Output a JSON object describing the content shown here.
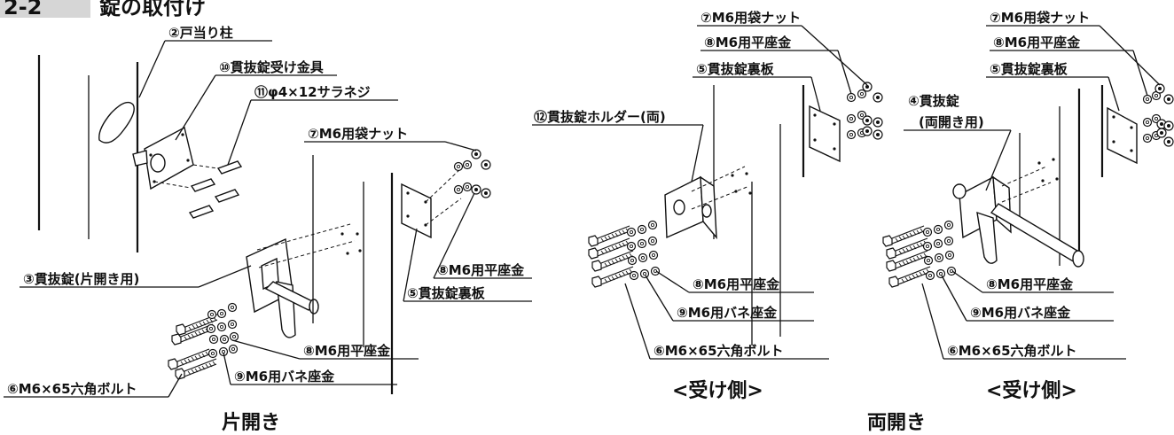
{
  "header": {
    "number": "2-2",
    "title": "錠の取付け"
  },
  "left": {
    "caption": "片開き",
    "labels": {
      "door_stop_post": "②戸当り柱",
      "receiver": "⑩貫抜錠受け金具",
      "pan_screw": "⑪φ4×12サラネジ",
      "cap_nut": "⑦M6用袋ナット",
      "flat_washer_right": "⑧M6用平座金",
      "back_plate": "⑤貫抜錠裏板",
      "lock": "③貫抜錠(片開き用)",
      "flat_washer": "⑧M6用平座金",
      "spring_washer": "⑨M6用バネ座金",
      "bolt": "⑥M6×65六角ボルト"
    }
  },
  "middle": {
    "caption": "<受け側>",
    "labels": {
      "cap_nut": "⑦M6用袋ナット",
      "flat_washer_top": "⑧M6用平座金",
      "back_plate": "⑤貫抜錠裏板",
      "holder": "⑫貫抜錠ホルダー(両)",
      "flat_washer": "⑧M6用平座金",
      "spring_washer": "⑨M6用バネ座金",
      "bolt": "⑥M6×65六角ボルト"
    }
  },
  "right": {
    "caption": "<受け側>",
    "labels": {
      "cap_nut": "⑦M6用袋ナット",
      "flat_washer_top": "⑧M6用平座金",
      "back_plate": "⑤貫抜錠裏板",
      "lock_line1": "④貫抜錠",
      "lock_line2": "(両開き用)",
      "flat_washer": "⑧M6用平座金",
      "spring_washer": "⑨M6用バネ座金",
      "bolt": "⑥M6×65六角ボルト"
    }
  },
  "bottom_caption": "両開き"
}
